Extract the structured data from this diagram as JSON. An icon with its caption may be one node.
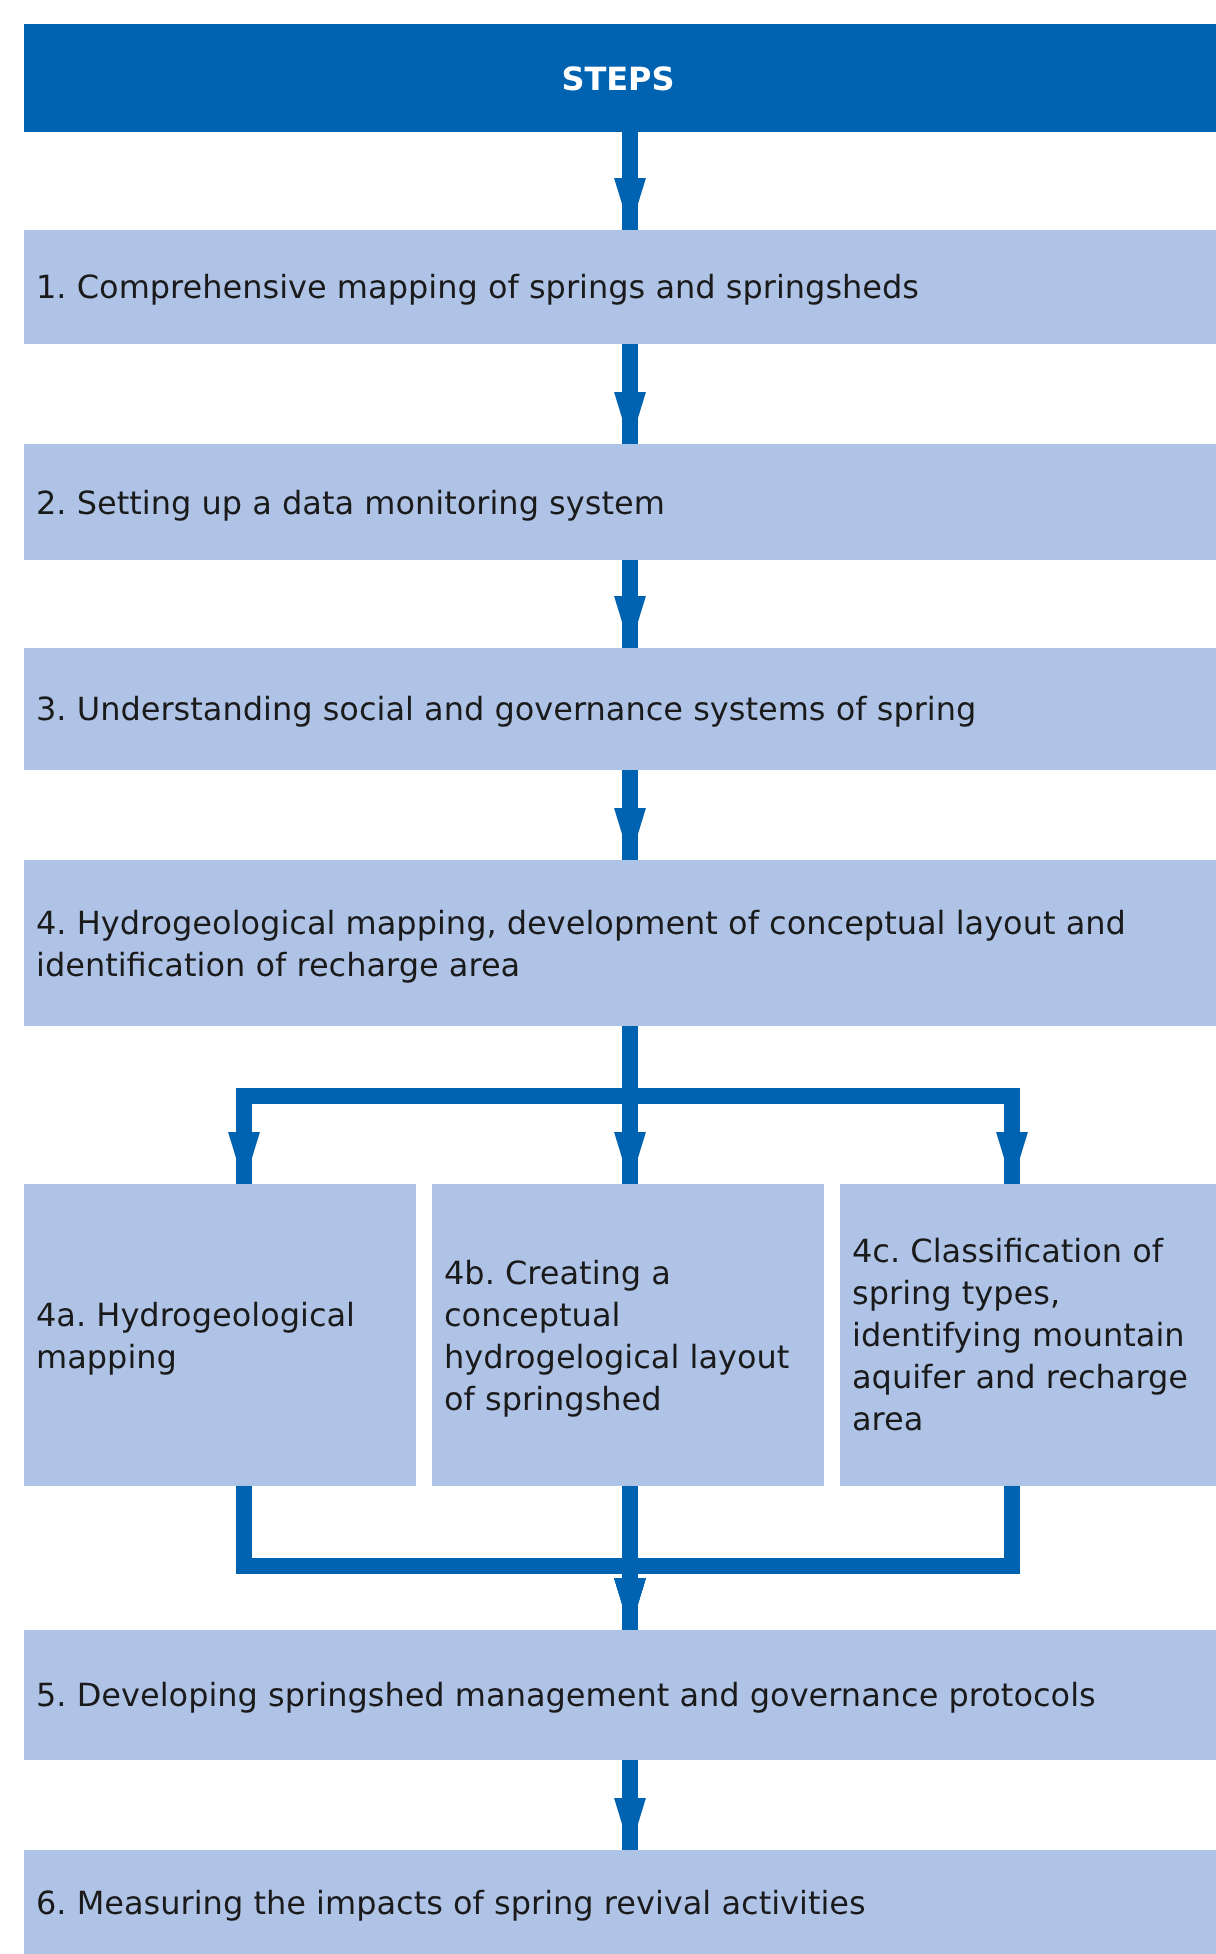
{
  "diagram": {
    "nodes": [
      {
        "text": [
          "STEPS"
        ]
      },
      {
        "text": [
          "1. Comprehensive mapping of springs and springsheds"
        ]
      },
      {
        "text": [
          "2. Setting up a data monitoring system"
        ]
      },
      {
        "text": [
          "3. Understanding social and governance systems of spring"
        ]
      },
      {
        "text": [
          "4. Hydrogeological mapping, development of conceptual layout and identification of recharge area"
        ]
      },
      {
        "text": [
          "4a. Hydrogeological mapping"
        ]
      },
      {
        "text": [
          "4b. Creating a conceptual hydrogelogical layout of springshed"
        ]
      },
      {
        "text": [
          "4c. Classification of spring types, identifying mountain aquifer and recharge area"
        ]
      },
      {
        "text": [
          "5. Developing springshed management and governance protocols"
        ]
      },
      {
        "text": [
          "6. Measuring the impacts of spring revival activities"
        ]
      }
    ],
    "edges": [
      {
        "from": 0,
        "to": 1,
        "arrow": "to"
      },
      {
        "from": 1,
        "to": 2,
        "arrow": "to"
      },
      {
        "from": 2,
        "to": 3,
        "arrow": "to"
      },
      {
        "from": 3,
        "to": 4,
        "arrow": "to"
      },
      {
        "from": 4,
        "to": 5,
        "arrow": "to"
      },
      {
        "from": 4,
        "to": 6,
        "arrow": "to"
      },
      {
        "from": 4,
        "to": 7,
        "arrow": "to"
      },
      {
        "from": 5,
        "to": 8,
        "arrow": "to"
      },
      {
        "from": 6,
        "to": 8,
        "arrow": "to"
      },
      {
        "from": 7,
        "to": 8,
        "arrow": "to"
      },
      {
        "from": 8,
        "to": 9,
        "arrow": "to"
      }
    ]
  }
}
